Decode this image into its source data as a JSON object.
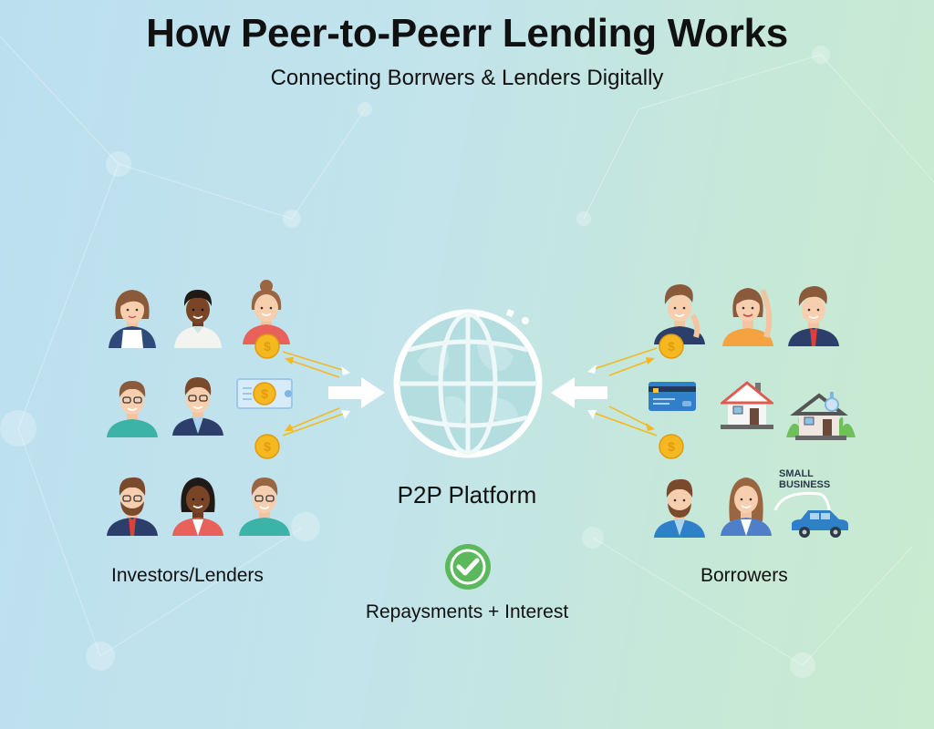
{
  "header": {
    "title": "How Peer-to-Peerr Lending Works",
    "subtitle": "Connecting Borrwers & Lenders Digitally"
  },
  "lenders": {
    "label": "Investors/Lenders",
    "people_count": 8,
    "items": [
      "woman-avatar",
      "man-avatar",
      "woman-avatar-with-coin",
      "man-glasses-avatar",
      "man-suit-avatar",
      "cheque-icon",
      "coin-icon",
      "bearded-man-avatar",
      "woman-avatar",
      "man-glasses-avatar"
    ]
  },
  "platform": {
    "label": "P2P Platform",
    "icon": "globe-icon"
  },
  "borrowers": {
    "label": "Borrowers",
    "items": [
      "man-avatar-with-coin",
      "woman-thinking-avatar",
      "man-suit-avatar",
      "credit-card-icon",
      "house-icon",
      "house-loan-icon",
      "coin-icon",
      "bearded-man-avatar",
      "woman-avatar",
      "car-icon"
    ],
    "small_business_label_line1": "SMALL",
    "small_business_label_line2": "BUSINESS"
  },
  "repayment": {
    "label": "Repaysments + Interest",
    "icon": "check-circle-icon"
  },
  "colors": {
    "coin": "#f5b820",
    "check_green": "#5cb85c",
    "arrow": "#ffffff",
    "card_blue": "#2f80c8",
    "roof_red": "#e05a4f"
  }
}
